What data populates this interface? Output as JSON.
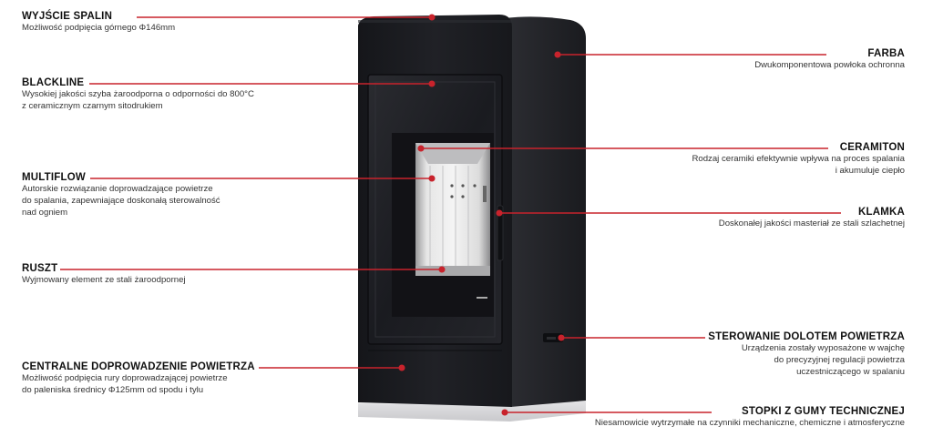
{
  "colors": {
    "leader": "#c8232c",
    "stove_body": "#1c1d20",
    "stove_side": "#2a2b2f",
    "background": "#ffffff"
  },
  "callouts": {
    "wyjscie": {
      "title": "WYJŚCIE SPALIN",
      "lines": [
        "Możliwość podpięcia górnego Φ146mm"
      ]
    },
    "blackline": {
      "title": "BLACKLINE",
      "lines": [
        "Wysokiej jakości szyba żaroodporna o odporności do 800°C",
        "z ceramicznym czarnym sitodrukiem"
      ]
    },
    "multiflow": {
      "title": "MULTIFLOW",
      "lines": [
        "Autorskie rozwiązanie doprowadzające powietrze",
        "do spalania, zapewniające doskonałą sterowalność",
        "nad ogniem"
      ]
    },
    "ruszt": {
      "title": "RUSZT",
      "lines": [
        "Wyjmowany element ze stali żaroodpornej"
      ]
    },
    "centralne": {
      "title": "CENTRALNE DOPROWADZENIE POWIETRZA",
      "lines": [
        "Możliwość podpięcia rury doprowadzającej powietrze",
        "do paleniska średnicy Φ125mm od spodu i tylu"
      ]
    },
    "farba": {
      "title": "FARBA",
      "lines": [
        "Dwukomponentowa powłoka ochronna"
      ]
    },
    "ceramiton": {
      "title": "CERAMITON",
      "lines": [
        "Rodzaj ceramiki efektywnie wpływa na proces spalania",
        "i akumuluje ciepło"
      ]
    },
    "klamka": {
      "title": "KLAMKA",
      "lines": [
        "Doskonałej jakości masteriał ze stali szlachetnej"
      ]
    },
    "sterowanie": {
      "title": "STEROWANIE DOLOTEM POWIETRZA",
      "lines": [
        "Urządzenia zostały wyposażone w wajchę",
        "do precyzyjnej regulacji powietrza",
        "uczestniczącego w spalaniu"
      ]
    },
    "stopki": {
      "title": "STOPKI Z GUMY TECHNICZNEJ",
      "lines": [
        "Niesamowicie wytrzymałe na czynniki mechaniczne, chemiczne i atmosferyczne"
      ]
    }
  }
}
